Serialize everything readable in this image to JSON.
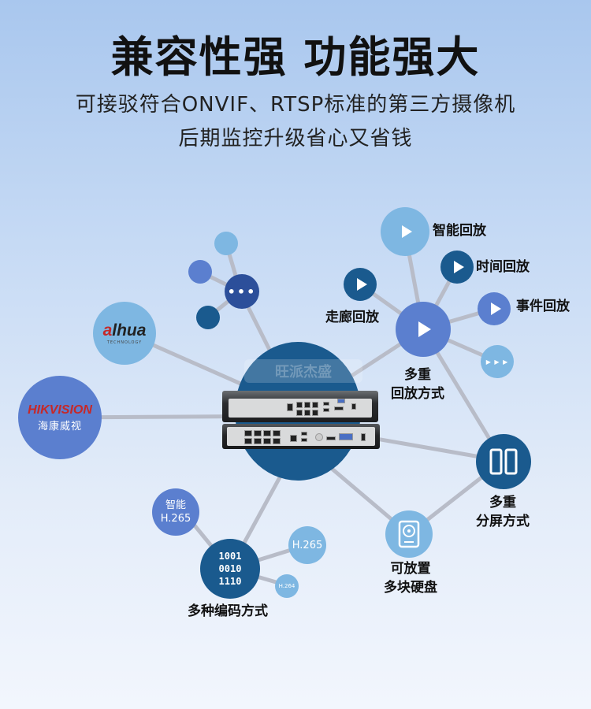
{
  "header": {
    "headline": "兼容性强  功能强大",
    "subline1": "可接驳符合ONVIF、RTSP标准的第三方摄像机",
    "subline2": "后期监控升级省心又省钱"
  },
  "brands": {
    "dahua_logo": "alhua",
    "dahua_sub": "TECHNOLOGY",
    "hikvision_logo": "HIKVISION",
    "hikvision_cn": "海康威视"
  },
  "playback": {
    "smart": "智能回放",
    "time": "时间回放",
    "event": "事件回放",
    "corridor": "走廊回放",
    "multi_line1": "多重",
    "multi_line2": "回放方式",
    "more_dots": "▶ ▶ ▶"
  },
  "split": {
    "line1": "多重",
    "line2": "分屏方式"
  },
  "disks": {
    "line1": "可放置",
    "line2": "多块硬盘"
  },
  "encoding": {
    "label": "多种编码方式",
    "smart_line1": "智能",
    "smart_line2": "H.265",
    "h265": "H.265",
    "h264": "H.264",
    "binary_line1": "1001",
    "binary_line2": "0010",
    "binary_line3": "1110"
  },
  "misc": {
    "dots": "•••",
    "watermark": "旺派杰盛"
  },
  "colors": {
    "dark_blue": "#1a5a8e",
    "mid_blue": "#5b7fcf",
    "light_blue": "#7eb7e2",
    "connector": "#b8bcc8"
  }
}
